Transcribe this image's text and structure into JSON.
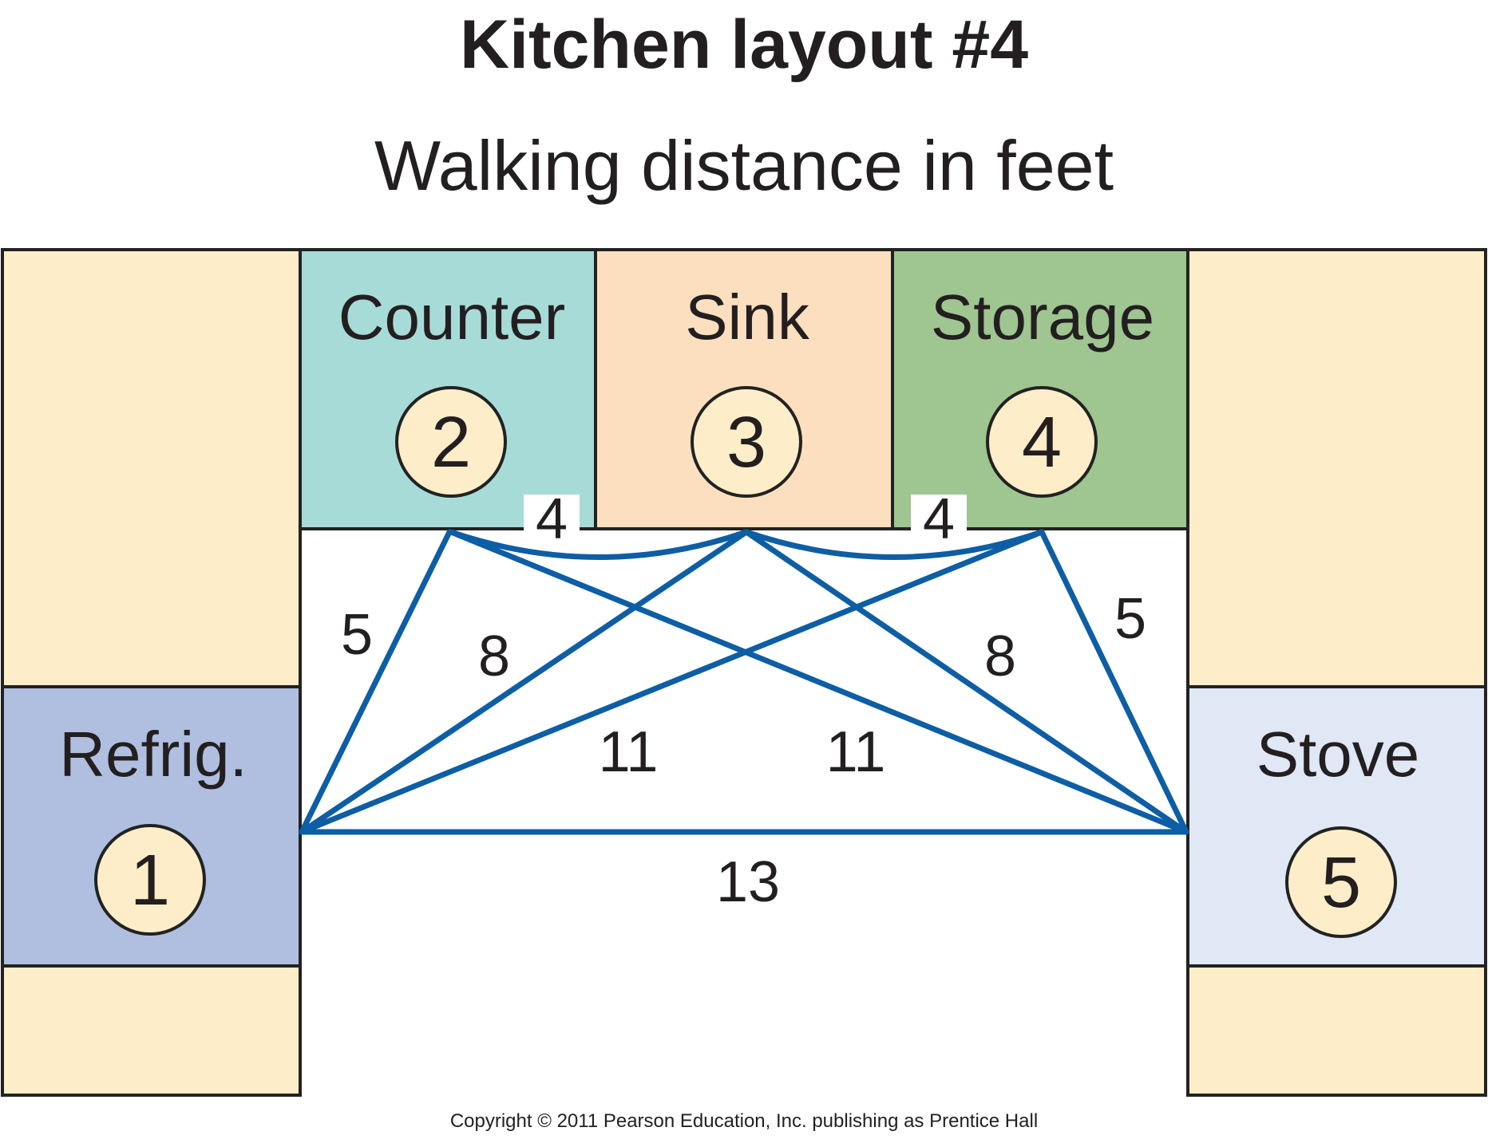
{
  "title": "Kitchen layout #4",
  "subtitle": "Walking distance in feet",
  "colors": {
    "counter_fill": "#a7dbd8",
    "sink_fill": "#fcdfbf",
    "storage_fill": "#9fc591",
    "refrig_fill": "#b0bfdf",
    "stove_fill": "#e0e7f5",
    "cabinet_fill": "#fdedc8",
    "station_circle_fill": "#fdedc8",
    "path_color": "#0d5ea4",
    "outline_color": "#222222"
  },
  "stations": {
    "refrig": {
      "label": "Refrig.",
      "number": "1"
    },
    "counter": {
      "label": "Counter",
      "number": "2"
    },
    "sink": {
      "label": "Sink",
      "number": "3"
    },
    "storage": {
      "label": "Storage",
      "number": "4"
    },
    "stove": {
      "label": "Stove",
      "number": "5"
    }
  },
  "distances": {
    "counter_sink": "4",
    "sink_storage": "4",
    "refrig_counter": "5",
    "storage_stove": "5",
    "refrig_sink": "8",
    "sink_stove": "8",
    "refrig_storage": "11",
    "counter_stove": "11",
    "refrig_stove": "13"
  },
  "copyright": "Copyright © 2011 Pearson Education, Inc. publishing as Prentice Hall"
}
